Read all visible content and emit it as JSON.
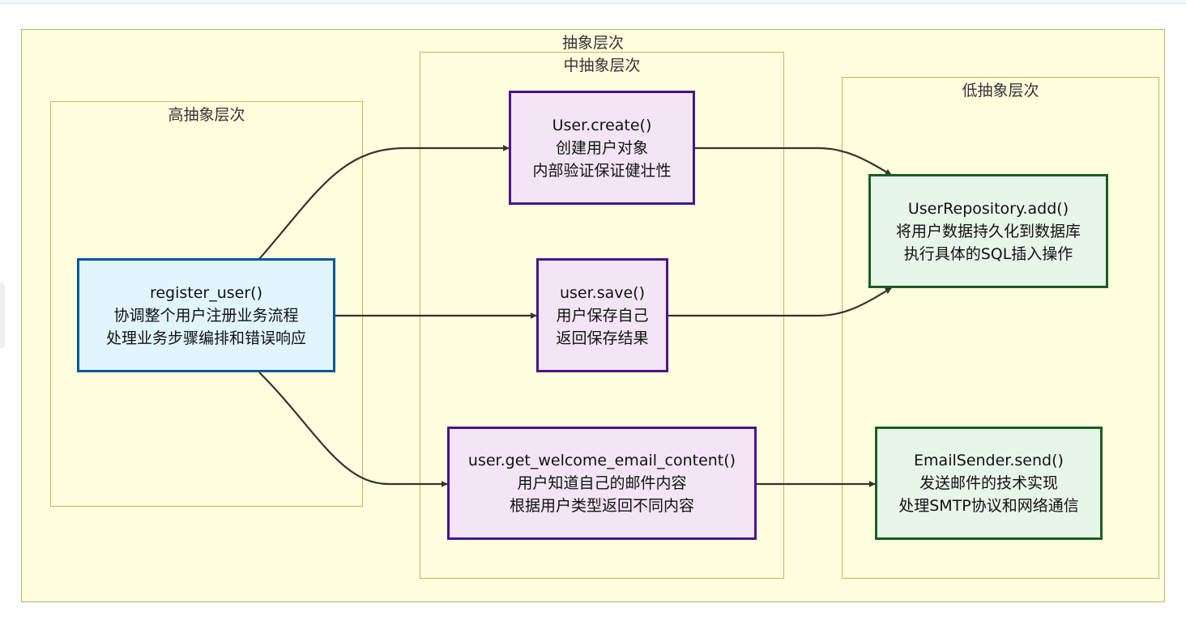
{
  "diagram": {
    "clusters": {
      "outer": "抽象层次",
      "high": "高抽象层次",
      "mid": "中抽象层次",
      "low": "低抽象层次"
    },
    "nodes": {
      "register_user": {
        "title": "register_user()",
        "line1": "协调整个用户注册业务流程",
        "line2": "处理业务步骤编排和错误响应"
      },
      "user_create": {
        "title": "User.create()",
        "line1": "创建用户对象",
        "line2": "内部验证保证健壮性"
      },
      "user_save": {
        "title": "user.save()",
        "line1": "用户保存自己",
        "line2": "返回保存结果"
      },
      "welcome_email": {
        "title": "user.get_welcome_email_content()",
        "line1": "用户知道自己的邮件内容",
        "line2": "根据用户类型返回不同内容"
      },
      "repo_add": {
        "title": "UserRepository.add()",
        "line1": "将用户数据持久化到数据库",
        "line2": "执行具体的SQL插入操作"
      },
      "email_send": {
        "title": "EmailSender.send()",
        "line1": "发送邮件的技术实现",
        "line2": "处理SMTP协议和网络通信"
      }
    },
    "edges": [
      {
        "from": "register_user",
        "to": "user_create"
      },
      {
        "from": "register_user",
        "to": "user_save"
      },
      {
        "from": "register_user",
        "to": "welcome_email"
      },
      {
        "from": "user_create",
        "to": "repo_add"
      },
      {
        "from": "user_save",
        "to": "repo_add"
      },
      {
        "from": "welcome_email",
        "to": "email_send"
      }
    ],
    "colors": {
      "cluster_fill": "#ffffde",
      "cluster_border": "#b9b96a",
      "high_node_fill": "#e1f5fe",
      "high_node_border": "#01579b",
      "mid_node_fill": "#f3e5f5",
      "mid_node_border": "#4a148c",
      "low_node_fill": "#e8f5e9",
      "low_node_border": "#1b5e20",
      "edge": "#333333"
    }
  }
}
